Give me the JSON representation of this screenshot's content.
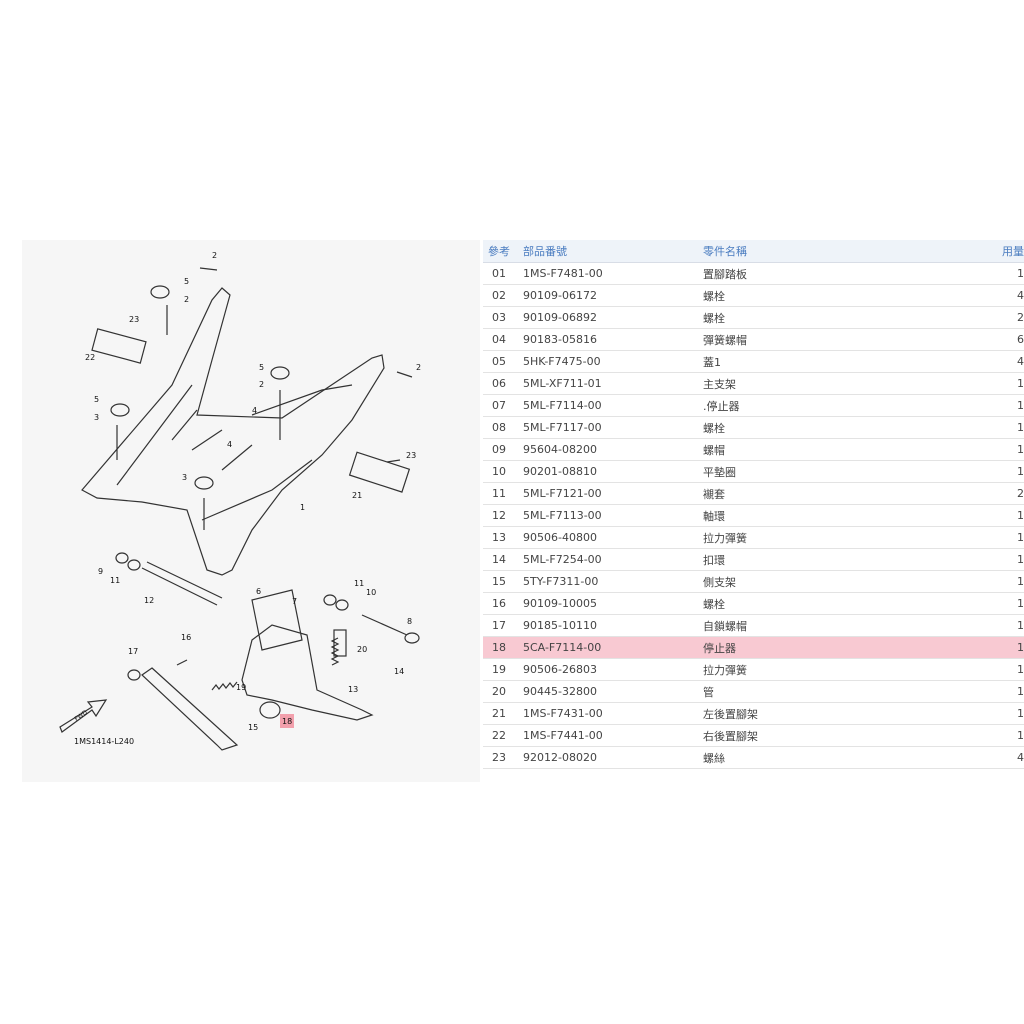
{
  "diagram": {
    "code": "1MS1414-L240",
    "fwd_label": "FWD",
    "highlighted_callout": "18",
    "highlight_color": "#f2a0ac",
    "callouts": [
      "2",
      "5",
      "2",
      "23",
      "22",
      "5",
      "2",
      "2",
      "5",
      "3",
      "4",
      "4",
      "3",
      "23",
      "21",
      "1",
      "9",
      "11",
      "12",
      "6",
      "7",
      "11",
      "10",
      "8",
      "16",
      "17",
      "19",
      "15",
      "18",
      "20",
      "13",
      "14"
    ]
  },
  "table": {
    "headers": {
      "ref": "參考",
      "part_no": "部品番號",
      "name": "零件名稱",
      "qty": "用量"
    },
    "highlight_color": "#f8c9d2",
    "rows": [
      {
        "ref": "01",
        "part_no": "1MS-F7481-00",
        "name": "置腳踏板",
        "qty": "1"
      },
      {
        "ref": "02",
        "part_no": "90109-06172",
        "name": "螺栓",
        "qty": "4"
      },
      {
        "ref": "03",
        "part_no": "90109-06892",
        "name": "螺栓",
        "qty": "2"
      },
      {
        "ref": "04",
        "part_no": "90183-05816",
        "name": "彈簧螺帽",
        "qty": "6"
      },
      {
        "ref": "05",
        "part_no": "5HK-F7475-00",
        "name": "蓋1",
        "qty": "4"
      },
      {
        "ref": "06",
        "part_no": "5ML-XF711-01",
        "name": "主支架",
        "qty": "1"
      },
      {
        "ref": "07",
        "part_no": "5ML-F7114-00",
        "name": ".停止器",
        "qty": "1"
      },
      {
        "ref": "08",
        "part_no": "5ML-F7117-00",
        "name": "螺栓",
        "qty": "1"
      },
      {
        "ref": "09",
        "part_no": "95604-08200",
        "name": "螺帽",
        "qty": "1"
      },
      {
        "ref": "10",
        "part_no": "90201-08810",
        "name": "平墊圈",
        "qty": "1"
      },
      {
        "ref": "11",
        "part_no": "5ML-F7121-00",
        "name": "襯套",
        "qty": "2"
      },
      {
        "ref": "12",
        "part_no": "5ML-F7113-00",
        "name": "軸環",
        "qty": "1"
      },
      {
        "ref": "13",
        "part_no": "90506-40800",
        "name": "拉力彈簧",
        "qty": "1"
      },
      {
        "ref": "14",
        "part_no": "5ML-F7254-00",
        "name": "扣環",
        "qty": "1"
      },
      {
        "ref": "15",
        "part_no": "5TY-F7311-00",
        "name": "側支架",
        "qty": "1"
      },
      {
        "ref": "16",
        "part_no": "90109-10005",
        "name": "螺栓",
        "qty": "1"
      },
      {
        "ref": "17",
        "part_no": "90185-10110",
        "name": "自鎖螺帽",
        "qty": "1"
      },
      {
        "ref": "18",
        "part_no": "5CA-F7114-00",
        "name": "停止器",
        "qty": "1",
        "highlight": true
      },
      {
        "ref": "19",
        "part_no": "90506-26803",
        "name": "拉力彈簧",
        "qty": "1"
      },
      {
        "ref": "20",
        "part_no": "90445-32800",
        "name": "管",
        "qty": "1"
      },
      {
        "ref": "21",
        "part_no": "1MS-F7431-00",
        "name": "左後置腳架",
        "qty": "1"
      },
      {
        "ref": "22",
        "part_no": "1MS-F7441-00",
        "name": "右後置腳架",
        "qty": "1"
      },
      {
        "ref": "23",
        "part_no": "92012-08020",
        "name": "螺絲",
        "qty": "4"
      }
    ]
  }
}
